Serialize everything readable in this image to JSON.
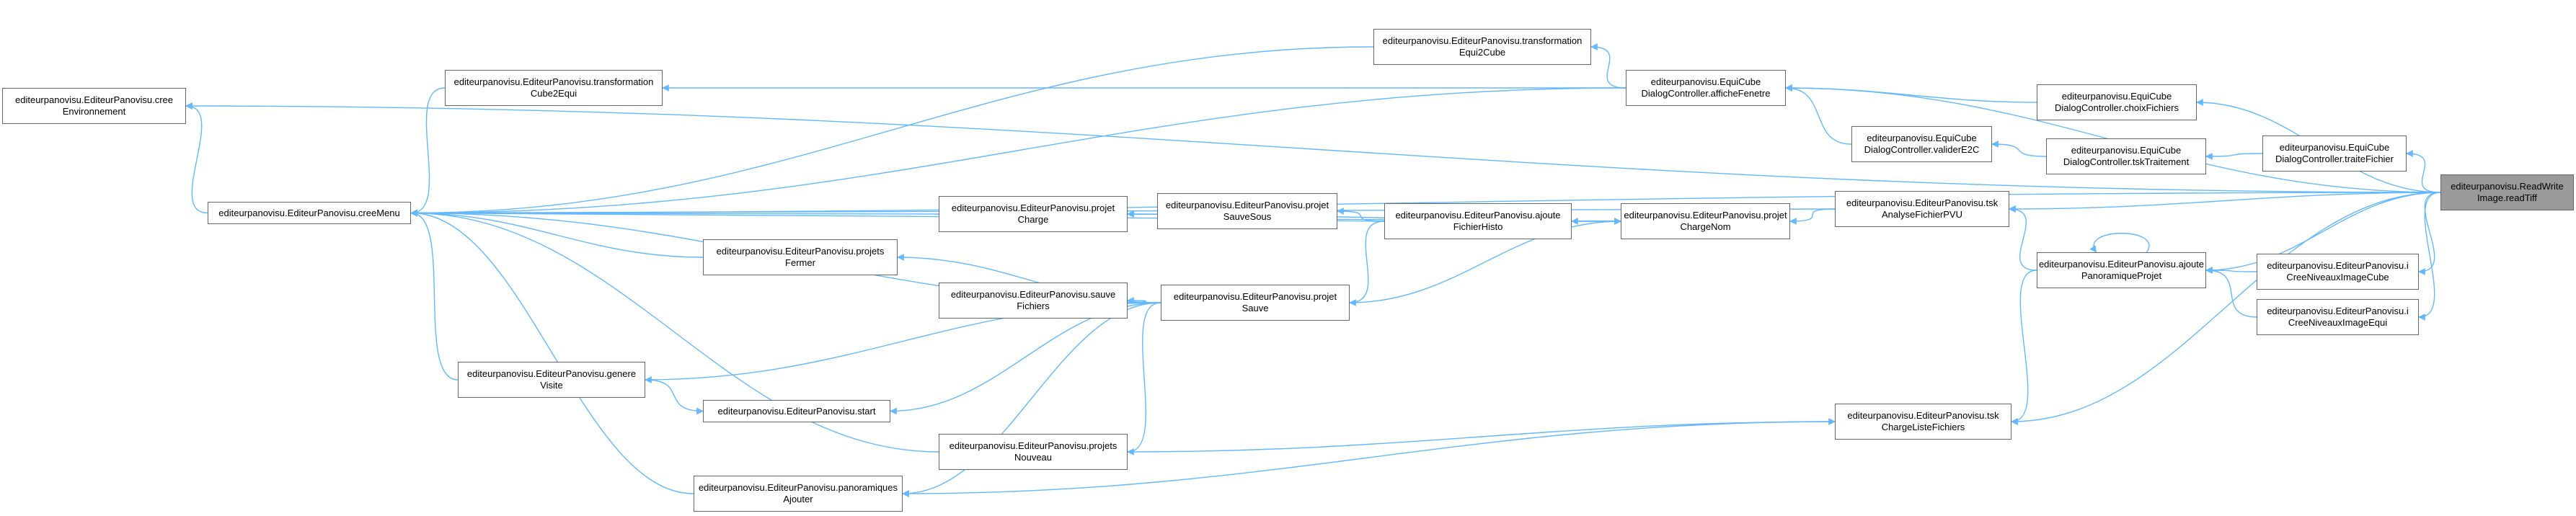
{
  "colors": {
    "edge": "#63b8ff",
    "node_border": "#666666",
    "root_fill": "#9a9a9a"
  },
  "nodes": [
    {
      "id": "n1",
      "lines": [
        "editeurpanovisu.EditeurPanovisu.cree",
        "Environnement"
      ]
    },
    {
      "id": "n2",
      "lines": [
        "editeurpanovisu.EditeurPanovisu.creeMenu"
      ]
    },
    {
      "id": "n3",
      "lines": [
        "editeurpanovisu.EditeurPanovisu.transformation",
        "Cube2Equi"
      ]
    },
    {
      "id": "n4",
      "lines": [
        "editeurpanovisu.EditeurPanovisu.transformation",
        "Equi2Cube"
      ]
    },
    {
      "id": "n5",
      "lines": [
        "editeurpanovisu.EquiCube",
        "DialogController.afficheFenetre"
      ]
    },
    {
      "id": "n6",
      "lines": [
        "editeurpanovisu.EquiCube",
        "DialogController.choixFichiers"
      ]
    },
    {
      "id": "n7",
      "lines": [
        "editeurpanovisu.EquiCube",
        "DialogController.validerE2C"
      ]
    },
    {
      "id": "n8",
      "lines": [
        "editeurpanovisu.EquiCube",
        "DialogController.tskTraitement"
      ]
    },
    {
      "id": "n9",
      "lines": [
        "editeurpanovisu.EquiCube",
        "DialogController.traiteFichier"
      ]
    },
    {
      "id": "n10",
      "lines": [
        "editeurpanovisu.ReadWrite",
        "Image.readTiff"
      ],
      "root": true
    },
    {
      "id": "n11",
      "lines": [
        "editeurpanovisu.EditeurPanovisu.projet",
        "Charge"
      ]
    },
    {
      "id": "n12",
      "lines": [
        "editeurpanovisu.EditeurPanovisu.projet",
        "SauveSous"
      ]
    },
    {
      "id": "n13",
      "lines": [
        "editeurpanovisu.EditeurPanovisu.ajoute",
        "FichierHisto"
      ]
    },
    {
      "id": "n14",
      "lines": [
        "editeurpanovisu.EditeurPanovisu.projet",
        "ChargeNom"
      ]
    },
    {
      "id": "n15",
      "lines": [
        "editeurpanovisu.EditeurPanovisu.tsk",
        "AnalyseFichierPVU"
      ]
    },
    {
      "id": "n16",
      "lines": [
        "editeurpanovisu.EditeurPanovisu.projets",
        "Fermer"
      ]
    },
    {
      "id": "n17",
      "lines": [
        "editeurpanovisu.EditeurPanovisu.sauve",
        "Fichiers"
      ]
    },
    {
      "id": "n18",
      "lines": [
        "editeurpanovisu.EditeurPanovisu.projet",
        "Sauve"
      ]
    },
    {
      "id": "n19",
      "lines": [
        "editeurpanovisu.EditeurPanovisu.ajoute",
        "PanoramiqueProjet"
      ]
    },
    {
      "id": "n20",
      "lines": [
        "editeurpanovisu.EditeurPanovisu.i",
        "CreeNiveauxImageCube"
      ]
    },
    {
      "id": "n21",
      "lines": [
        "editeurpanovisu.EditeurPanovisu.i",
        "CreeNiveauxImageEqui"
      ]
    },
    {
      "id": "n22",
      "lines": [
        "editeurpanovisu.EditeurPanovisu.genere",
        "Visite"
      ]
    },
    {
      "id": "n23",
      "lines": [
        "editeurpanovisu.EditeurPanovisu.start"
      ]
    },
    {
      "id": "n24",
      "lines": [
        "editeurpanovisu.EditeurPanovisu.projets",
        "Nouveau"
      ]
    },
    {
      "id": "n25",
      "lines": [
        "editeurpanovisu.EditeurPanovisu.tsk",
        "ChargeListeFichiers"
      ]
    },
    {
      "id": "n26",
      "lines": [
        "editeurpanovisu.EditeurPanovisu.panoramiques",
        "Ajouter"
      ]
    }
  ],
  "edges": [
    [
      "n1",
      "n2"
    ],
    [
      "n1",
      "n10"
    ],
    [
      "n2",
      "n3"
    ],
    [
      "n2",
      "n4"
    ],
    [
      "n2",
      "n5"
    ],
    [
      "n2",
      "n10"
    ],
    [
      "n2",
      "n11"
    ],
    [
      "n2",
      "n14"
    ],
    [
      "n2",
      "n15"
    ],
    [
      "n2",
      "n16"
    ],
    [
      "n2",
      "n18"
    ],
    [
      "n2",
      "n22"
    ],
    [
      "n2",
      "n24"
    ],
    [
      "n2",
      "n26"
    ],
    [
      "n3",
      "n5"
    ],
    [
      "n4",
      "n5"
    ],
    [
      "n5",
      "n6"
    ],
    [
      "n5",
      "n7"
    ],
    [
      "n5",
      "n10"
    ],
    [
      "n6",
      "n10"
    ],
    [
      "n7",
      "n8"
    ],
    [
      "n8",
      "n9"
    ],
    [
      "n9",
      "n10"
    ],
    [
      "n11",
      "n13"
    ],
    [
      "n11",
      "n14"
    ],
    [
      "n12",
      "n13"
    ],
    [
      "n14",
      "n13"
    ],
    [
      "n18",
      "n13"
    ],
    [
      "n13",
      "n14"
    ],
    [
      "n14",
      "n15"
    ],
    [
      "n14",
      "n18"
    ],
    [
      "n15",
      "n10"
    ],
    [
      "n15",
      "n19"
    ],
    [
      "n16",
      "n18"
    ],
    [
      "n17",
      "n18"
    ],
    [
      "n19",
      "n19"
    ],
    [
      "n19",
      "n10"
    ],
    [
      "n19",
      "n20"
    ],
    [
      "n19",
      "n21"
    ],
    [
      "n20",
      "n10"
    ],
    [
      "n21",
      "n10"
    ],
    [
      "n22",
      "n18"
    ],
    [
      "n23",
      "n18"
    ],
    [
      "n23",
      "n22"
    ],
    [
      "n24",
      "n18"
    ],
    [
      "n25",
      "n10"
    ],
    [
      "n25",
      "n19"
    ],
    [
      "n25",
      "n24"
    ],
    [
      "n26",
      "n18"
    ],
    [
      "n26",
      "n25"
    ]
  ]
}
